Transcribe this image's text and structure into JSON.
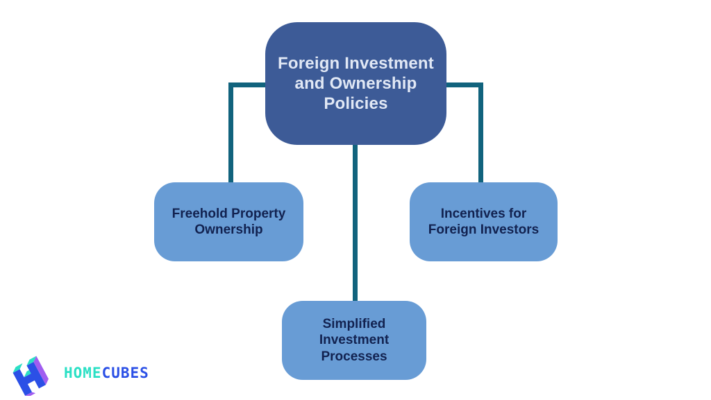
{
  "diagram": {
    "title": "Foreign Investment and Ownership Policies mind map",
    "root": {
      "label": "Foreign Investment\nand Ownership\nPolicies"
    },
    "children": {
      "left": {
        "label": "Freehold Property\nOwnership"
      },
      "right": {
        "label": "Incentives for\nForeign Investors"
      },
      "bottom": {
        "label": "Simplified\nInvestment\nProcesses"
      }
    },
    "colors": {
      "root_fill": "#3d5b97",
      "root_text": "#e1e8f5",
      "child_fill": "#689cd5",
      "child_text": "#122250",
      "connector": "#11637d",
      "background": "#ffffff"
    }
  },
  "logo": {
    "word1": "HOME",
    "word2": "CUBES",
    "colors": {
      "word1_text": "#2be0c5",
      "word2_text": "#2b50e6",
      "icon_top": "#2be0c5",
      "icon_front": "#2b50e6",
      "icon_side": "#a05df0"
    }
  }
}
